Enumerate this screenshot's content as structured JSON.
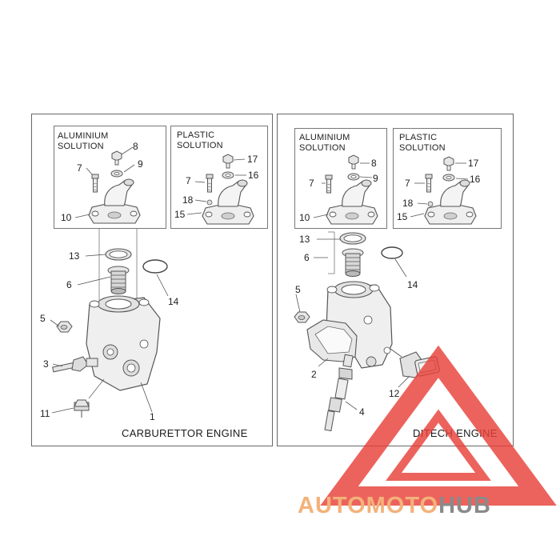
{
  "panels": {
    "left": {
      "aluminium_title": "ALUMINIUM\nSOLUTION",
      "plastic_title": "PLASTIC\nSOLUTION",
      "engine_label": "CARBURETTOR ENGINE"
    },
    "right": {
      "aluminium_title": "ALUMINIUM\nSOLUTION",
      "plastic_title": "PLASTIC\nSOLUTION",
      "engine_label": "DITECH ENGINE"
    }
  },
  "callouts": {
    "left": {
      "alu_8": "8",
      "alu_9": "9",
      "alu_7": "7",
      "alu_10": "10",
      "pl_17": "17",
      "pl_16": "16",
      "pl_7": "7",
      "pl_18": "18",
      "pl_15": "15",
      "n13": "13",
      "n6": "6",
      "n14": "14",
      "n5": "5",
      "n3": "3",
      "n11": "11",
      "n1": "1"
    },
    "right": {
      "alu_8": "8",
      "alu_9": "9",
      "alu_7": "7",
      "alu_10": "10",
      "pl_17": "17",
      "pl_16": "16",
      "pl_7": "7",
      "pl_18": "18",
      "pl_15": "15",
      "n13": "13",
      "n6": "6",
      "n14": "14",
      "n5": "5",
      "n2": "2",
      "n12": "12",
      "n4": "4"
    }
  },
  "watermark": {
    "part_a": "AUTOMOTO",
    "part_b": "HUB",
    "color_triangle": "#e8413a",
    "color_text_a": "#f3b27a",
    "color_text_b": "#8a8a8a"
  },
  "colors": {
    "line": "#555555",
    "part_fill": "#f2f2f2",
    "part_shade": "#bdbdbd"
  }
}
